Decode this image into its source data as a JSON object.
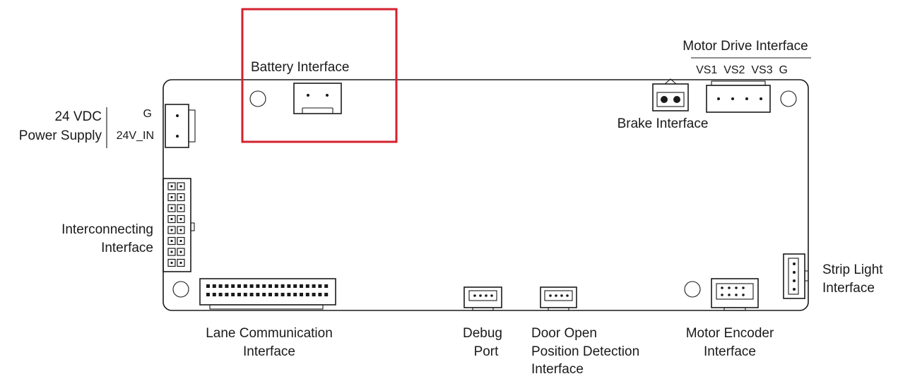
{
  "labels": {
    "battery": "Battery Interface",
    "motor_drive_title": "Motor Drive Interface",
    "motor_drive_pins": "VS1  VS2  VS3  G",
    "brake": "Brake Interface",
    "power_line1": "24 VDC",
    "power_line2": "Power Supply",
    "power_pin_g": "G",
    "power_pin_24v": "24V_IN",
    "interconnect_line1": "Interconnecting",
    "interconnect_line2": "Interface",
    "strip_line1": "Strip Light",
    "strip_line2": "Interface",
    "lane_line1": "Lane Communication",
    "lane_line2": "Interface",
    "debug_line1": "Debug",
    "debug_line2": "Port",
    "door_line1": "Door Open",
    "door_line2": "Position Detection",
    "door_line3": "Interface",
    "encoder_line1": "Motor Encoder",
    "encoder_line2": "Interface"
  },
  "colors": {
    "highlight": "#d3222d",
    "line": "#1a1a1a"
  }
}
